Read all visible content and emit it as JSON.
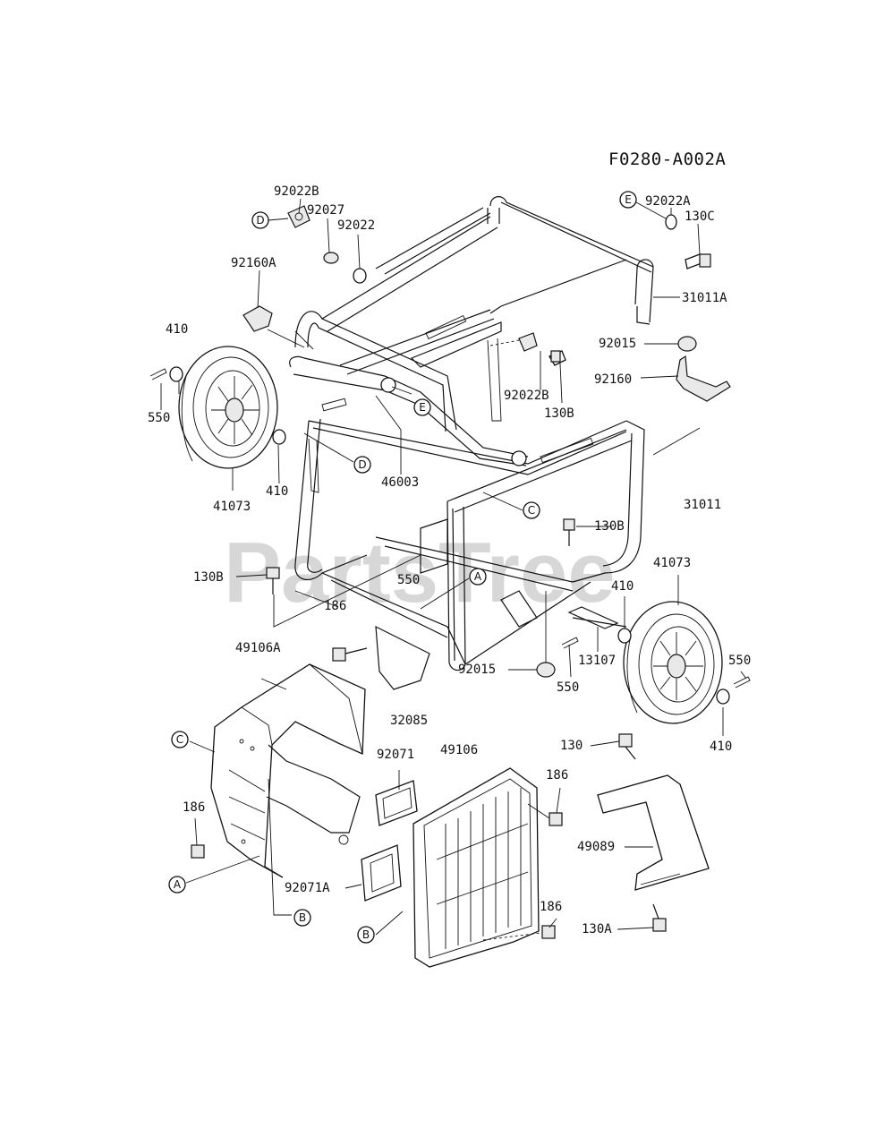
{
  "diagram_id": "F0280-A002A",
  "watermark": "PartsTree",
  "part_labels": [
    {
      "key": "l_92022B_top",
      "text": "92022B"
    },
    {
      "key": "l_92027",
      "text": "92027"
    },
    {
      "key": "l_92022",
      "text": "92022"
    },
    {
      "key": "l_92160A",
      "text": "92160A"
    },
    {
      "key": "l_92022A",
      "text": "92022A"
    },
    {
      "key": "l_130C",
      "text": "130C"
    },
    {
      "key": "l_31011A",
      "text": "31011A"
    },
    {
      "key": "l_410_left",
      "text": "410"
    },
    {
      "key": "l_550_left",
      "text": "550"
    },
    {
      "key": "l_92015_top",
      "text": "92015"
    },
    {
      "key": "l_92160",
      "text": "92160"
    },
    {
      "key": "l_92022B_mid",
      "text": "92022B"
    },
    {
      "key": "l_130B_mid",
      "text": "130B"
    },
    {
      "key": "l_410_mid",
      "text": "410"
    },
    {
      "key": "l_46003",
      "text": "46003"
    },
    {
      "key": "l_41073_left",
      "text": "41073"
    },
    {
      "key": "l_31011",
      "text": "31011"
    },
    {
      "key": "l_130B_right",
      "text": "130B"
    },
    {
      "key": "l_130B_left",
      "text": "130B"
    },
    {
      "key": "l_550_mid",
      "text": "550"
    },
    {
      "key": "l_186_mid",
      "text": "186"
    },
    {
      "key": "l_41073_right",
      "text": "41073"
    },
    {
      "key": "l_410_right",
      "text": "410"
    },
    {
      "key": "l_550_right",
      "text": "550"
    },
    {
      "key": "l_13107",
      "text": "13107"
    },
    {
      "key": "l_92015_bottom",
      "text": "92015"
    },
    {
      "key": "l_550_bottom",
      "text": "550"
    },
    {
      "key": "l_410_lower",
      "text": "410"
    },
    {
      "key": "l_49106A",
      "text": "49106A"
    },
    {
      "key": "l_32085",
      "text": "32085"
    },
    {
      "key": "l_92071",
      "text": "92071"
    },
    {
      "key": "l_49106",
      "text": "49106"
    },
    {
      "key": "l_130",
      "text": "130"
    },
    {
      "key": "l_186_right",
      "text": "186"
    },
    {
      "key": "l_186_left",
      "text": "186"
    },
    {
      "key": "l_49089",
      "text": "49089"
    },
    {
      "key": "l_92071A",
      "text": "92071A"
    },
    {
      "key": "l_186_bottom",
      "text": "186"
    },
    {
      "key": "l_130A",
      "text": "130A"
    }
  ],
  "reference_markers": [
    {
      "key": "m_D_top",
      "text": "D"
    },
    {
      "key": "m_E_top",
      "text": "E"
    },
    {
      "key": "m_E_mid",
      "text": "E"
    },
    {
      "key": "m_D_mid",
      "text": "D"
    },
    {
      "key": "m_C_right",
      "text": "C"
    },
    {
      "key": "m_A_mid",
      "text": "A"
    },
    {
      "key": "m_C_left",
      "text": "C"
    },
    {
      "key": "m_A_left",
      "text": "A"
    },
    {
      "key": "m_B_mid",
      "text": "B"
    },
    {
      "key": "m_B_left",
      "text": "B"
    }
  ]
}
